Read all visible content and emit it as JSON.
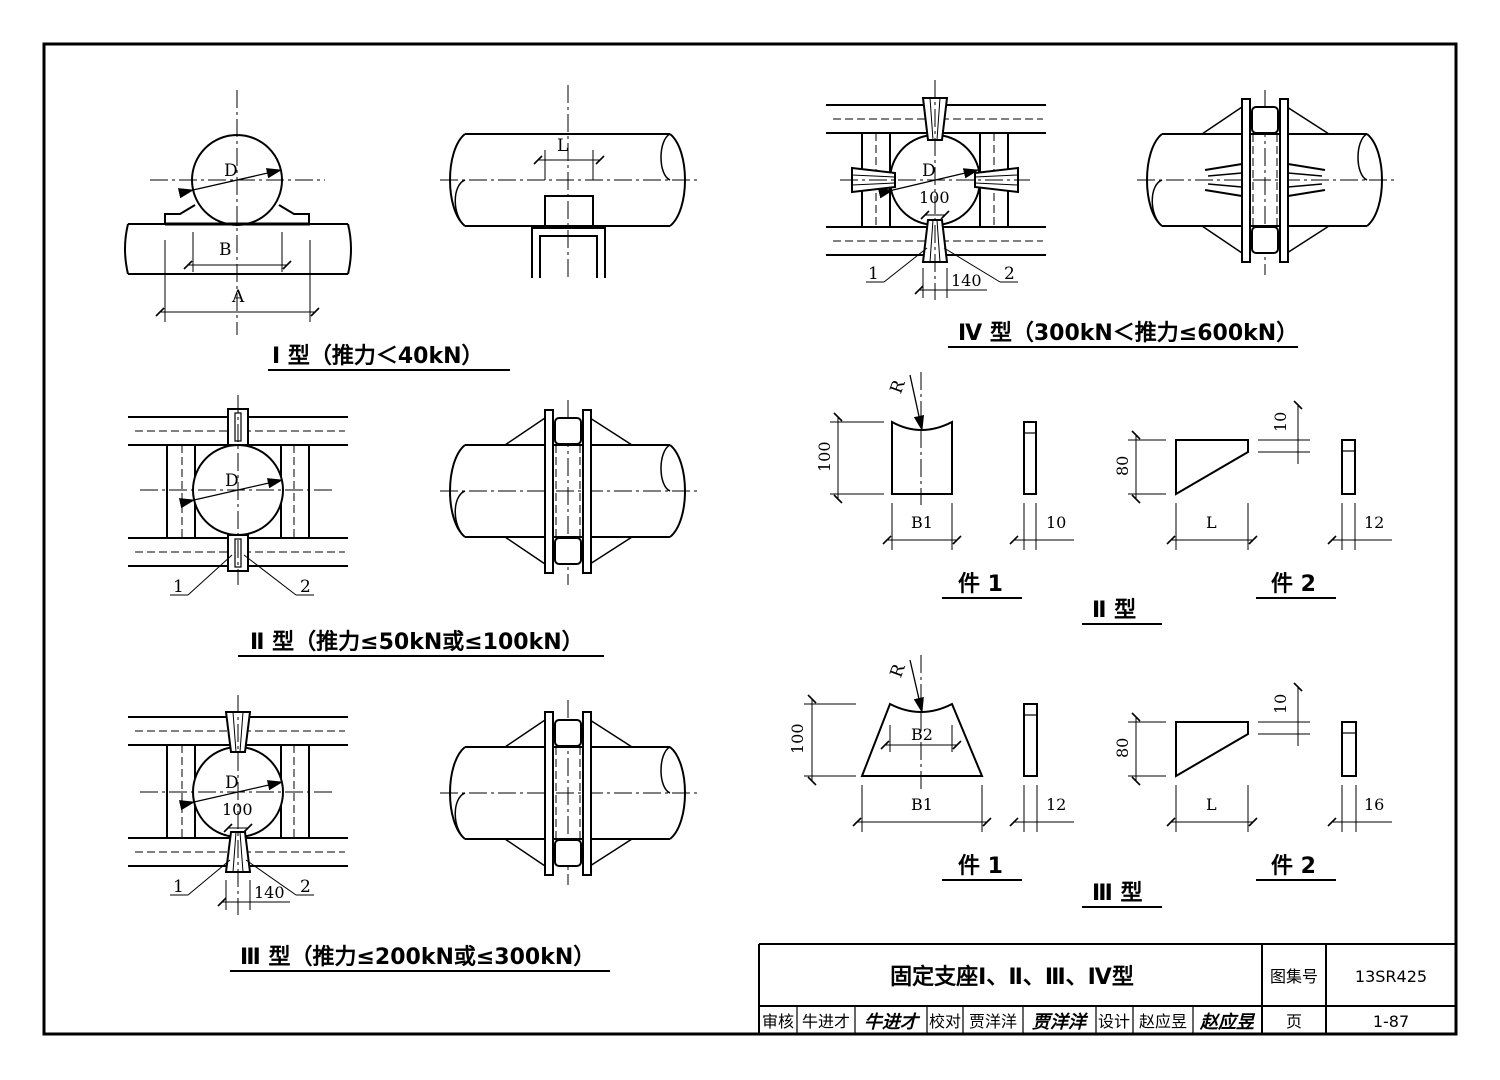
{
  "captions": {
    "type1": "Ⅰ 型（推力＜40kN）",
    "type2": "Ⅱ 型（推力≤50kN或≤100kN）",
    "type3": "Ⅲ 型（推力≤200kN或≤300kN）",
    "type4": "Ⅳ 型（300kN＜推力≤600kN）",
    "part1": "件 1",
    "part2": "件 2",
    "type2_parts": "Ⅱ 型",
    "type3_parts": "Ⅲ 型"
  },
  "labels": {
    "D": "D",
    "A": "A",
    "B": "B",
    "L": "L",
    "R": "R",
    "B1": "B1",
    "B2": "B2",
    "n1": "1",
    "n2": "2",
    "d100": "100",
    "d140": "140",
    "d80": "80",
    "d10": "10",
    "d12": "12",
    "d16": "16"
  },
  "title_block": {
    "title": "固定支座Ⅰ、Ⅱ、Ⅲ、Ⅳ型",
    "atlas_label": "图集号",
    "atlas_no": "13SR425",
    "page_label": "页",
    "page_no": "1-87",
    "review_label": "审核",
    "reviewer": "牛进才",
    "check_label": "校对",
    "checker": "贾洋洋",
    "design_label": "设计",
    "designer": "赵应昱"
  },
  "signatures": {
    "reviewer": "牛进才",
    "checker": "贾洋洋",
    "designer": "赵应昱"
  }
}
